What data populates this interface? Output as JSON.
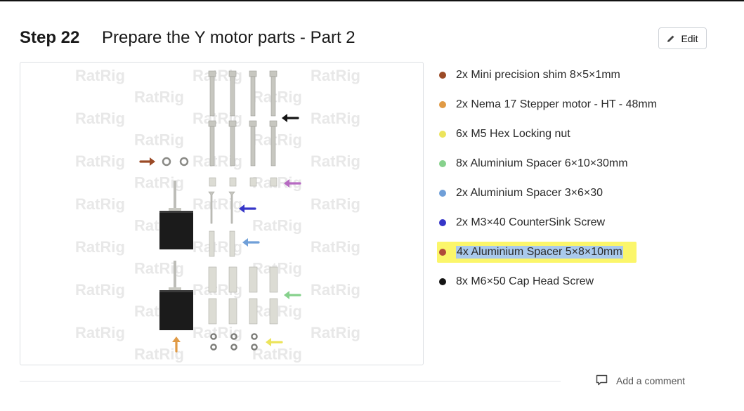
{
  "step": {
    "number_label": "Step 22",
    "title": "Prepare the Y motor parts - Part 2",
    "edit_label": "Edit"
  },
  "image": {
    "watermark_text": "RatRig"
  },
  "bullets": [
    {
      "text": "2x Mini precision shim 8×5×1mm",
      "color": "#9b4a26"
    },
    {
      "text": "2x Nema 17 Stepper motor - HT - 48mm",
      "color": "#e09a45"
    },
    {
      "text": "6x M5 Hex Locking nut",
      "color": "#ece45c"
    },
    {
      "text": "8x Aluminium Spacer 6×10×30mm",
      "color": "#86d18c"
    },
    {
      "text": "2x Aluminium Spacer 3×6×30",
      "color": "#6f9fd8"
    },
    {
      "text": "2x M3×40 CounterSink Screw",
      "color": "#3535c8"
    },
    {
      "text": "4x Aluminium Spacer 5×8×10mm",
      "color": "#b04a3a",
      "highlighted": true
    },
    {
      "text": "8x M6×50 Cap Head Screw",
      "color": "#141414"
    }
  ],
  "comment": {
    "label": "Add a comment"
  },
  "colors": {
    "arrow_black": "#141414",
    "arrow_brown": "#9b4a26",
    "arrow_purple": "#b66ac2",
    "arrow_blue": "#3535c8",
    "arrow_lightblue": "#6f9fd8",
    "arrow_green": "#86d18c",
    "arrow_orange": "#e09a45",
    "arrow_yellow": "#ece45c"
  }
}
